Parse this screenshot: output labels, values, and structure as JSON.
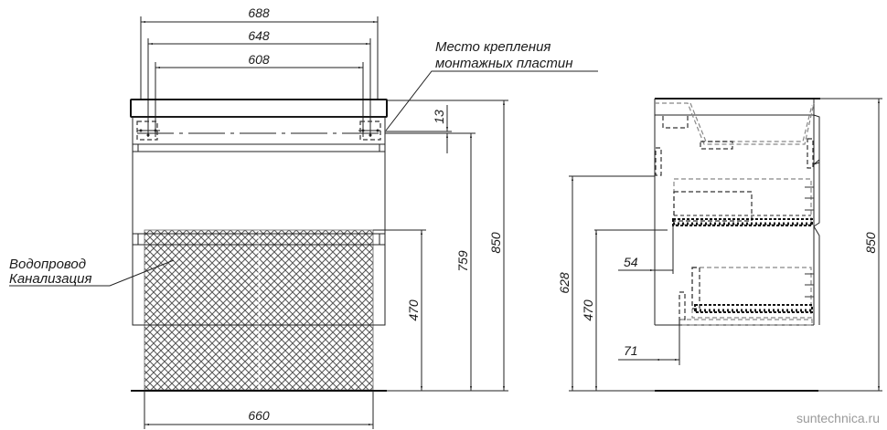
{
  "drawing": {
    "front_view": {
      "dimensions": {
        "outer_width": "688",
        "middle_width": "648",
        "inner_width": "608",
        "bottom_width": "660",
        "plate_offset": "13",
        "height_759": "759",
        "height_850": "850",
        "height_470": "470"
      },
      "callouts": {
        "mounting_plates_line1": "Место крепления",
        "mounting_plates_line2": "монтажных пластин",
        "plumbing_line1": "Водопровод",
        "plumbing_line2": "Канализация"
      }
    },
    "side_view": {
      "dimensions": {
        "height_850": "850",
        "height_628": "628",
        "height_470": "470",
        "offset_54": "54",
        "offset_71": "71"
      }
    },
    "watermark": "suntechnica.ru",
    "colors": {
      "line": "#222222",
      "hatch": "#555555",
      "watermark": "#9a9a9a",
      "background": "#ffffff"
    }
  }
}
